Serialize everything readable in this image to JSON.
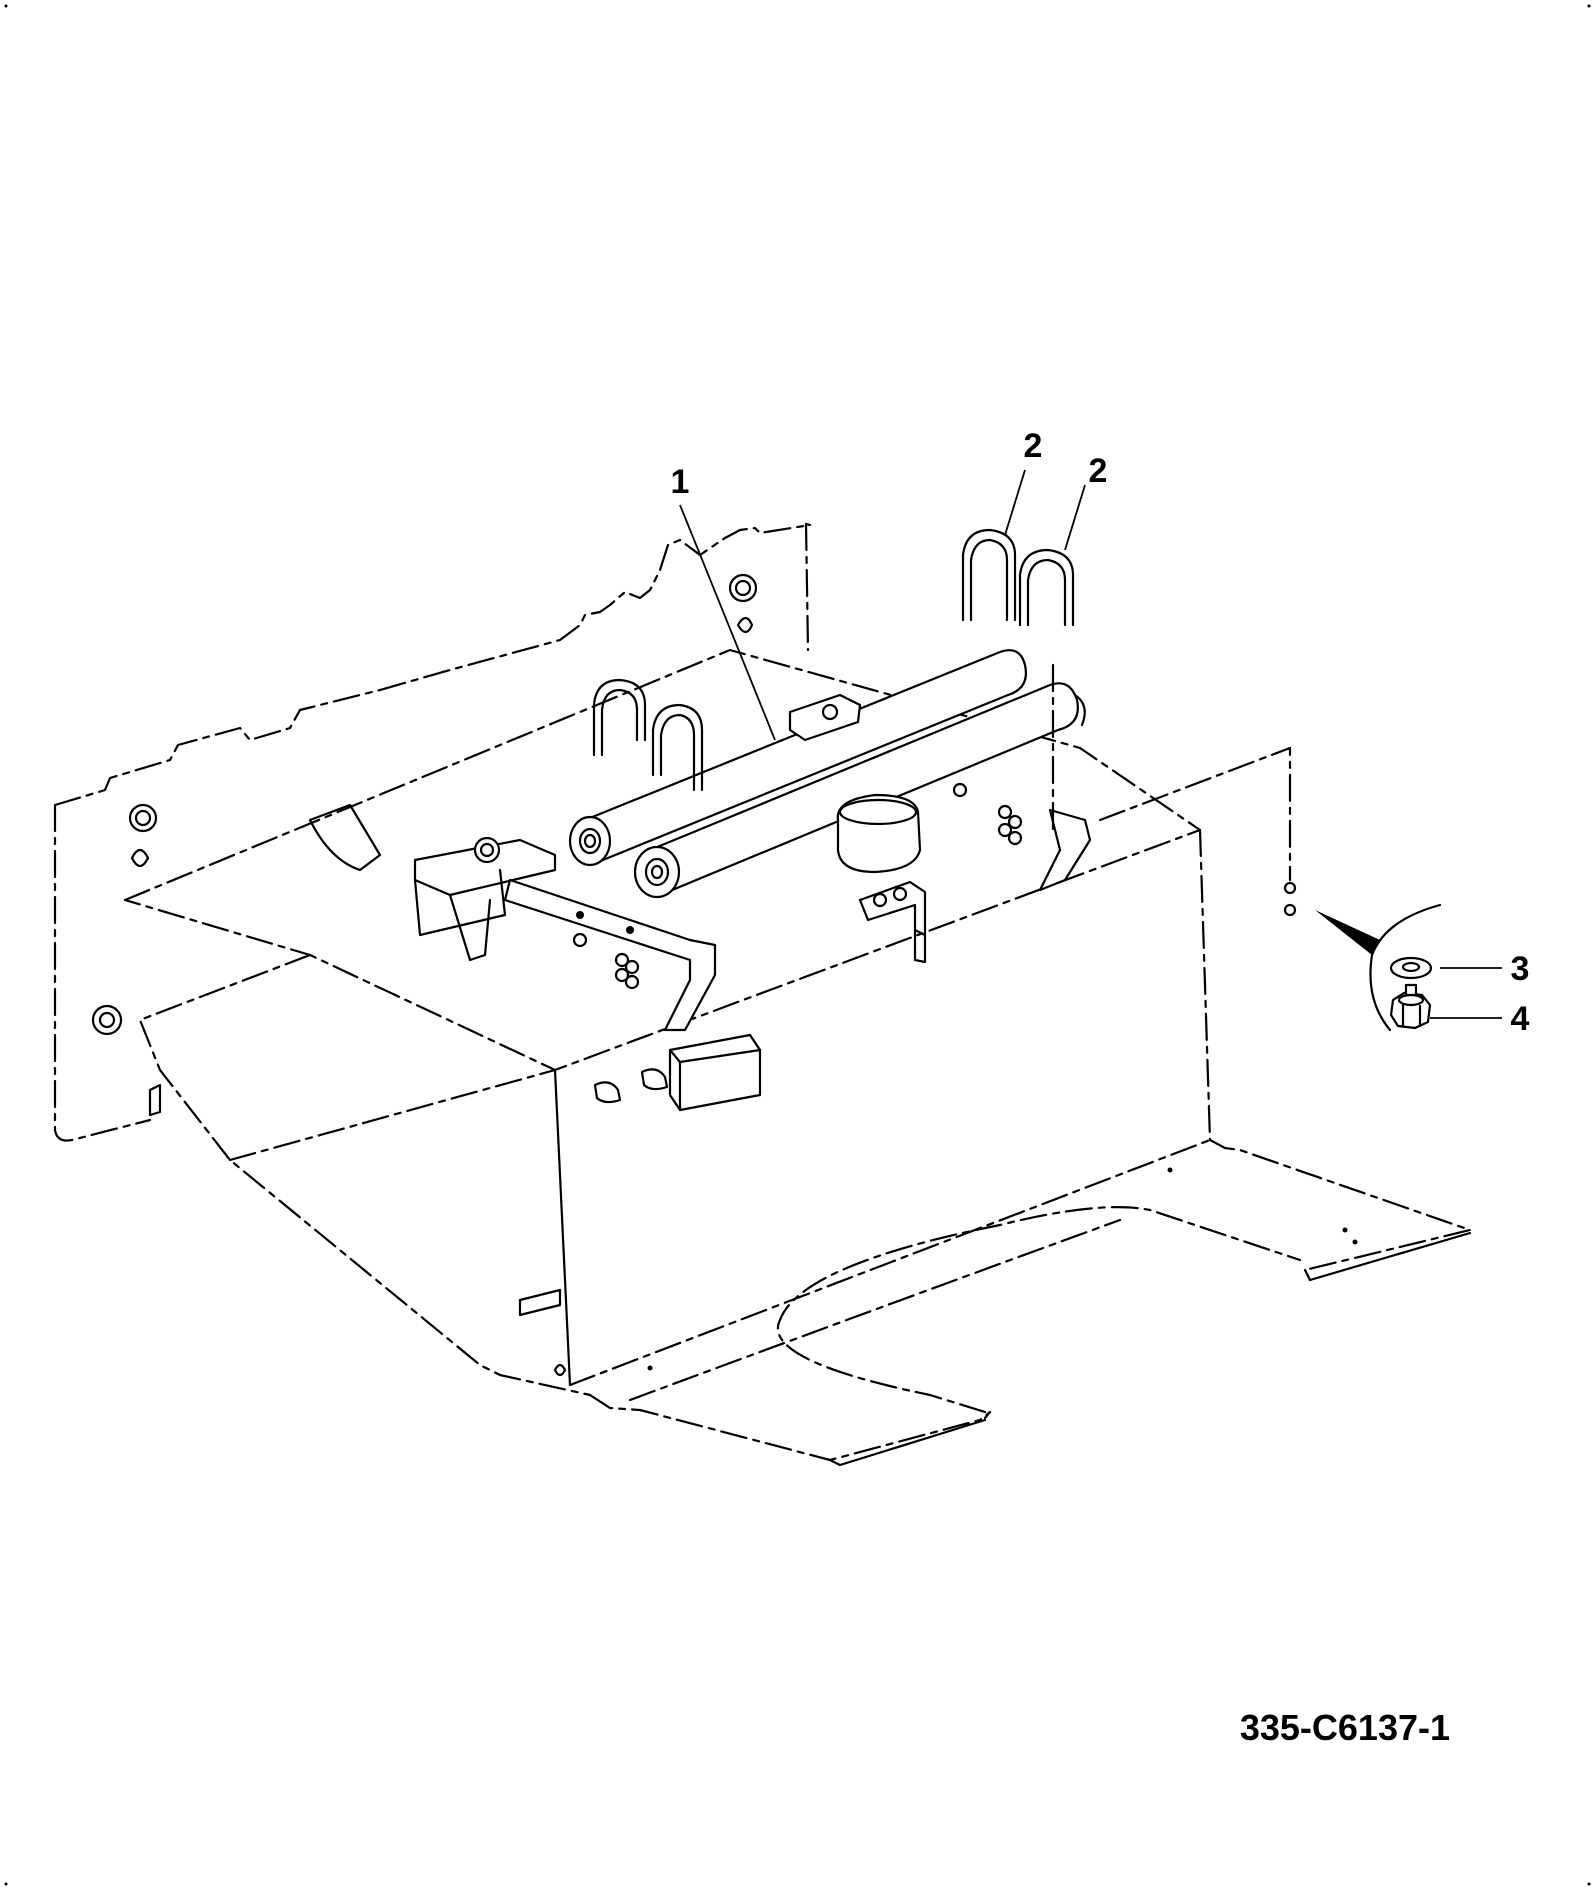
{
  "callouts": [
    {
      "id": "1",
      "label": "1"
    },
    {
      "id": "2a",
      "label": "2"
    },
    {
      "id": "2b",
      "label": "2"
    },
    {
      "id": "3",
      "label": "3"
    },
    {
      "id": "4",
      "label": "4"
    }
  ],
  "drawing_number": "335-C6137-1"
}
